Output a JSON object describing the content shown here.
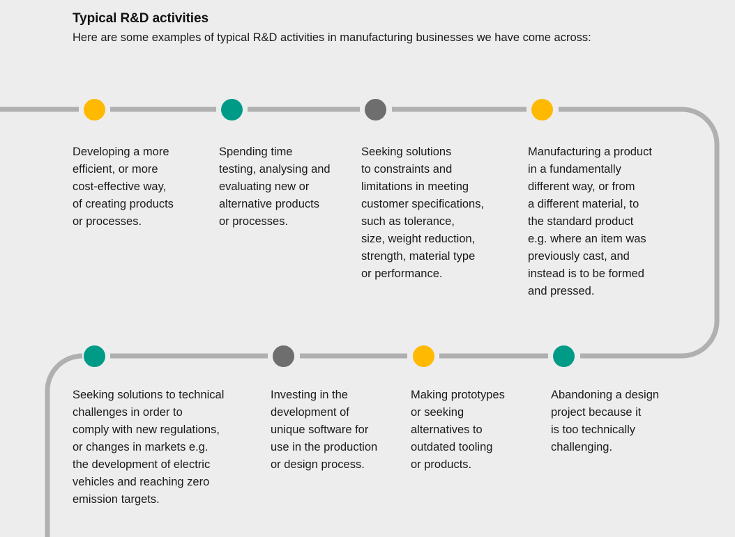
{
  "header": {
    "title": "Typical R&D activities",
    "subtitle": "Here are some examples of typical R&D activities in manufacturing businesses we have come across:"
  },
  "colors": {
    "background": "#ededed",
    "rail": "#b0b0b0",
    "amber": "#ffb900",
    "teal": "#009b87",
    "grey": "#6e6e6e",
    "text": "#1a1a1a"
  },
  "timeline": {
    "rows": [
      {
        "id": "row-1",
        "items": [
          {
            "marker": "amber",
            "text": "Developing a more\nefficient, or more\ncost-effective way,\nof creating products\nor processes."
          },
          {
            "marker": "teal",
            "text": "Spending time\ntesting, analysing and\nevaluating new or\nalternative products\nor processes."
          },
          {
            "marker": "grey",
            "text": "Seeking solutions\nto constraints and\nlimitations in meeting\ncustomer specifications,\nsuch as tolerance,\nsize, weight reduction,\nstrength, material type\nor performance."
          },
          {
            "marker": "amber",
            "text": "Manufacturing a product\nin a fundamentally\ndifferent way, or from\na different material, to\nthe standard product\ne.g. where an item was\npreviously cast, and\ninstead is to be formed\nand pressed."
          }
        ]
      },
      {
        "id": "row-2",
        "items": [
          {
            "marker": "teal",
            "text": "Seeking solutions to technical\nchallenges in order to\ncomply with new regulations,\nor changes in markets e.g.\nthe development of electric\nvehicles and reaching zero\nemission targets."
          },
          {
            "marker": "grey",
            "text": "Investing in the\ndevelopment of\nunique software for\nuse in the production\nor design process."
          },
          {
            "marker": "amber",
            "text": "Making prototypes\nor seeking\nalternatives to\noutdated tooling\nor products."
          },
          {
            "marker": "teal",
            "text": "Abandoning a design\nproject because it\nis too technically\nchallenging."
          }
        ]
      }
    ]
  }
}
